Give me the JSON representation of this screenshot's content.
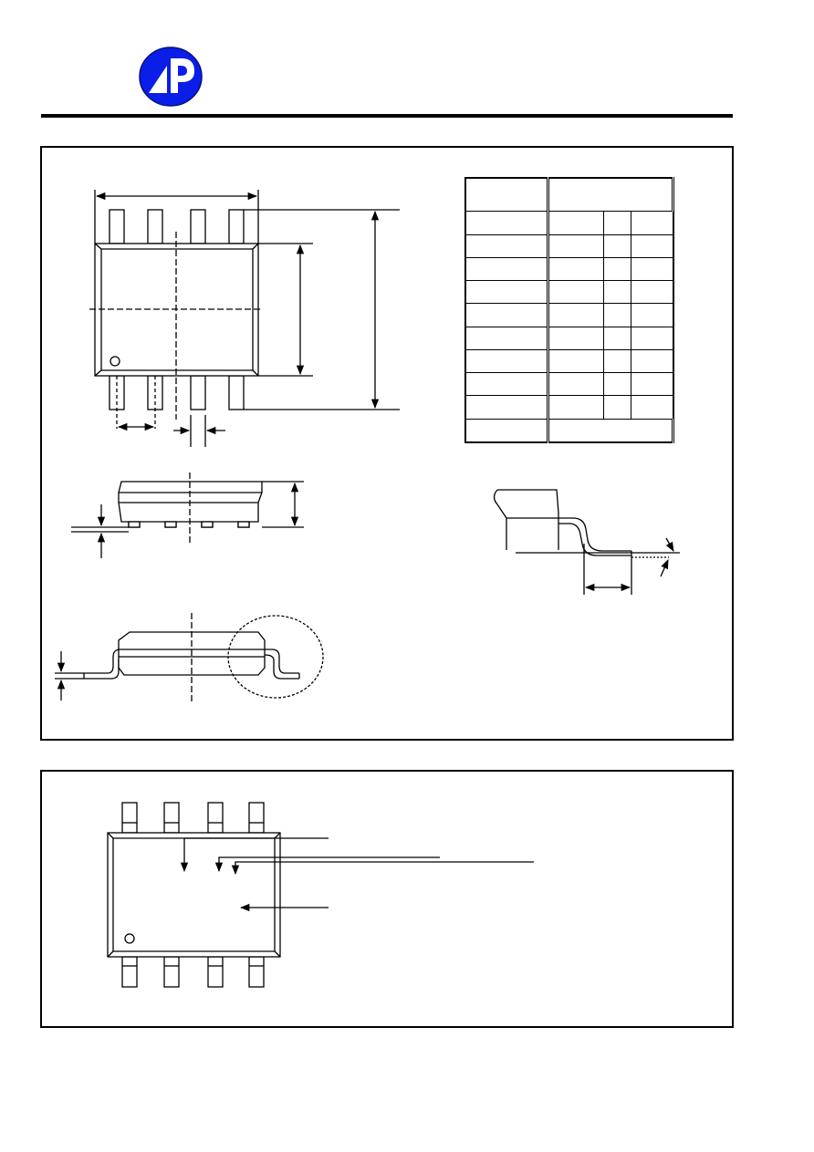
{
  "brand": {
    "logo": "ap-logo",
    "colors": {
      "logo_fill": "#0a1ee8",
      "line": "#000000"
    }
  },
  "dimension_table": {
    "data_rows": 10,
    "data_columns": 3
  },
  "icons": [
    "ap-logo",
    "pin-1-dot"
  ]
}
